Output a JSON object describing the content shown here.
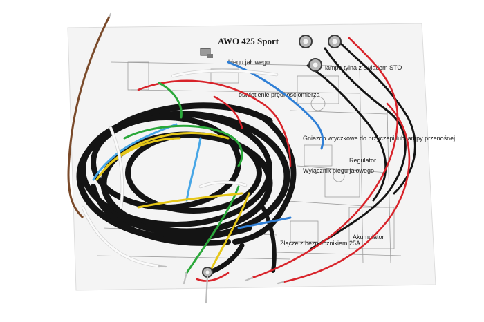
{
  "sheet": {
    "title": "AWO 425 Sport",
    "labels": [
      "biegu jałowego",
      "lampa tylna z światłem STO",
      "oświetlenie prędkościomierza",
      "Gniazdo wtyczkowe do przyczepi lub lampy przenośnej",
      "Regulator",
      "Wyłącznik biegu jałowego",
      "Złącze z bezpiecznikiem 25A",
      "Akumulator"
    ]
  },
  "colors": {
    "background": "#ffffff",
    "paper": "#f3f3f3",
    "ink": "#2a2a2a",
    "black_wire": "#151515",
    "red": "#d8232a",
    "blue": "#2f7fd6",
    "light_blue": "#47a6e6",
    "green": "#2aa83a",
    "yellow": "#e6c718",
    "white": "#f7f7f7",
    "brown": "#7a4a2a",
    "ring": "#9a9a9a"
  }
}
